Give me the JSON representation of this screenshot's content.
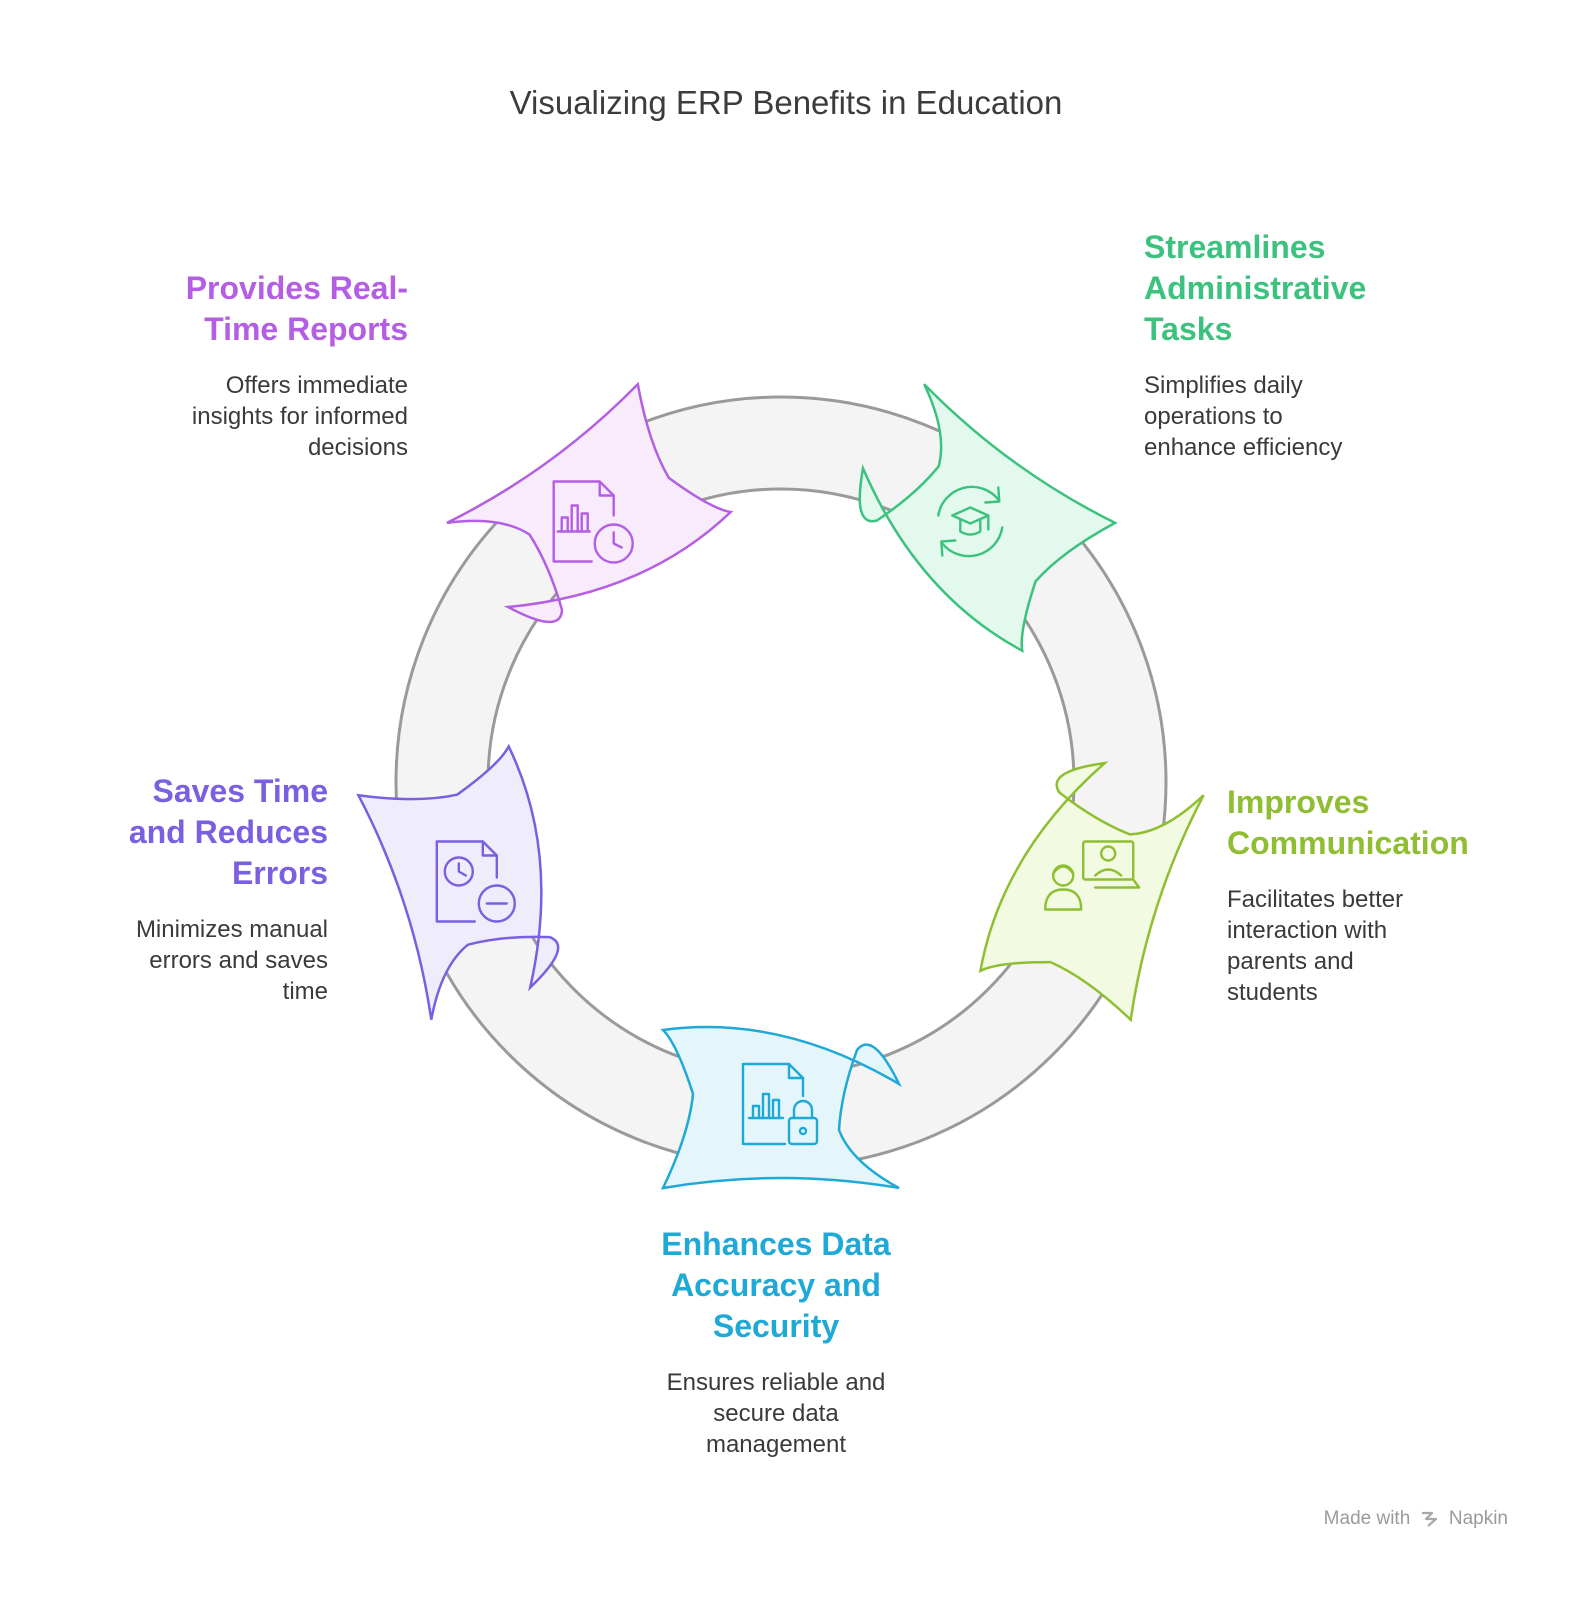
{
  "title": "Visualizing ERP Benefits in Education",
  "segments": [
    {
      "id": "streamline",
      "heading": "Streamlines Administrative Tasks",
      "heading_lines": [
        "Streamlines",
        "Administrative",
        "Tasks"
      ],
      "description_lines": [
        "Simplifies daily",
        "operations to",
        "enhance efficiency"
      ],
      "icon": "graduation-cap-refresh-icon",
      "color": "#3cc27e",
      "fill": "#e4f9ee"
    },
    {
      "id": "communication",
      "heading": "Improves Communication",
      "heading_lines": [
        "Improves",
        "Communication"
      ],
      "description_lines": [
        "Facilitates better",
        "interaction with",
        "parents and",
        "students"
      ],
      "icon": "teacher-video-call-icon",
      "color": "#8fbe32",
      "fill": "#f2fbe1"
    },
    {
      "id": "security",
      "heading": "Enhances Data Accuracy and Security",
      "heading_lines": [
        "Enhances Data",
        "Accuracy and",
        "Security"
      ],
      "description_lines": [
        "Ensures reliable and",
        "secure data",
        "management"
      ],
      "icon": "report-lock-icon",
      "color": "#1fa9d6",
      "fill": "#e4f6fc"
    },
    {
      "id": "savetime",
      "heading": "Saves Time and Reduces Errors",
      "heading_lines": [
        "Saves Time",
        "and Reduces",
        "Errors"
      ],
      "description_lines": [
        "Minimizes manual",
        "errors and saves",
        "time"
      ],
      "icon": "document-clock-minus-icon",
      "color": "#7a5fe0",
      "fill": "#efedfc"
    },
    {
      "id": "realtime",
      "heading": "Provides Real-Time Reports",
      "heading_lines": [
        "Provides Real-",
        "Time Reports"
      ],
      "description_lines": [
        "Offers immediate",
        "insights for informed",
        "decisions"
      ],
      "icon": "chart-document-clock-icon",
      "color": "#b35ee3",
      "fill": "#f8ebfc"
    }
  ],
  "ring": {
    "fill": "#f4f4f4",
    "stroke": "#9a9a9a"
  },
  "footer": {
    "made_with": "Made with",
    "brand": "Napkin"
  }
}
